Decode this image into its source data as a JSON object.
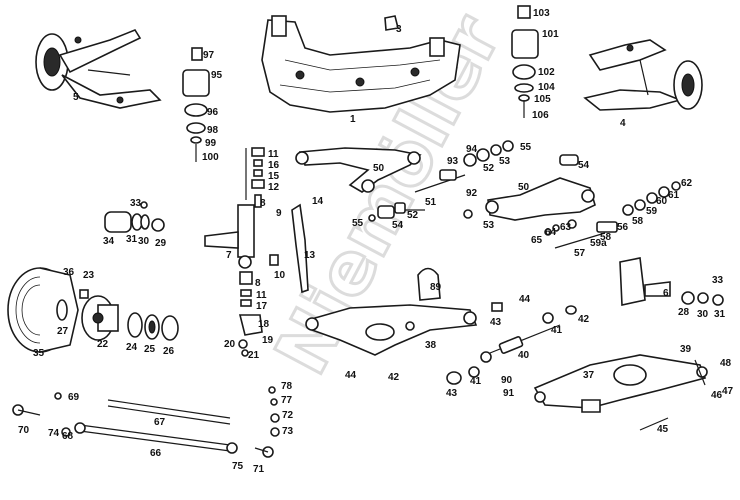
{
  "diagram": {
    "watermark": "Niemöller",
    "labels": [
      "1",
      "3",
      "4",
      "5",
      "6",
      "7",
      "8",
      "9",
      "10",
      "11",
      "12",
      "13",
      "14",
      "15",
      "16",
      "17",
      "18",
      "19",
      "20",
      "21",
      "22",
      "23",
      "24",
      "25",
      "26",
      "27",
      "28",
      "29",
      "30",
      "31",
      "33",
      "34",
      "35",
      "36",
      "37",
      "38",
      "39",
      "40",
      "41",
      "42",
      "43",
      "44",
      "45",
      "46",
      "47",
      "48",
      "50",
      "51",
      "52",
      "53",
      "54",
      "55",
      "56",
      "57",
      "58",
      "59",
      "59a",
      "60",
      "61",
      "62",
      "63",
      "64",
      "65",
      "66",
      "67",
      "68",
      "69",
      "70",
      "71",
      "72",
      "73",
      "74",
      "75",
      "77",
      "78",
      "89",
      "90",
      "91",
      "92",
      "93",
      "94",
      "95",
      "96",
      "97",
      "98",
      "99",
      "100",
      "101",
      "102",
      "103",
      "104",
      "105",
      "106"
    ]
  }
}
